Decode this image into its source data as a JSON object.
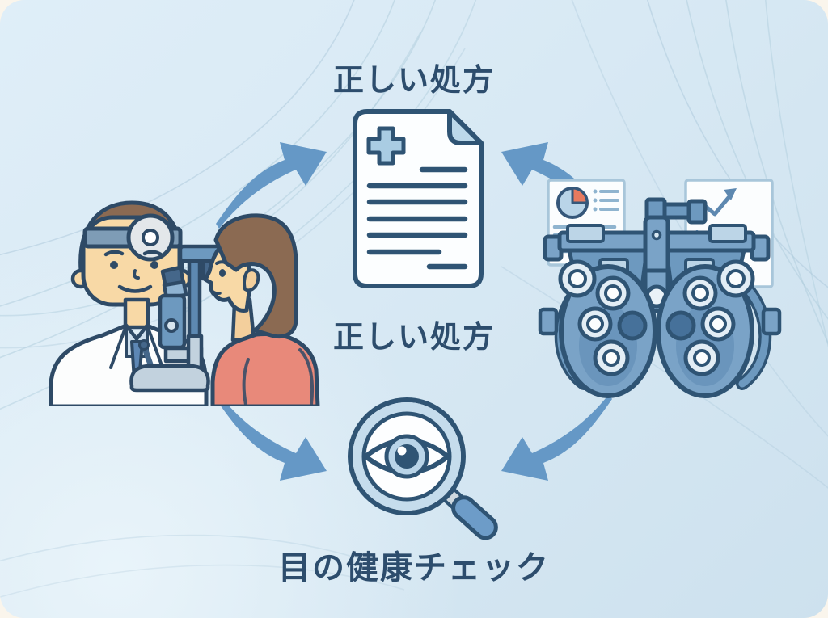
{
  "labels": {
    "top": "正しい処方",
    "middle": "正しい処方",
    "bottom": "目の健康チェック"
  },
  "icons": {
    "document": "prescription-document-icon",
    "cross": "medical-cross-icon",
    "magnifier": "eye-magnifier-icon",
    "doctor_scene": "doctor-patient-eye-exam-illustration",
    "phoropter": "phoropter-with-charts-illustration"
  },
  "colors": {
    "background_card": "#d8e9f4",
    "background_page": "#faf5ec",
    "outline_navy": "#2f5474",
    "text_navy": "#2d4d6d",
    "arrow_blue": "#6598c6",
    "accent_orange": "#e87a5f",
    "skin": "#f8d9a6",
    "hair_brown": "#8b6a52",
    "patient_top_coral": "#e8897a"
  },
  "arrows": [
    {
      "name": "doctor-to-prescription",
      "direction": "up-right"
    },
    {
      "name": "phoropter-to-prescription",
      "direction": "up-left"
    },
    {
      "name": "doctor-to-eye-check",
      "direction": "down-right"
    },
    {
      "name": "phoropter-to-eye-check",
      "direction": "down-left"
    }
  ]
}
